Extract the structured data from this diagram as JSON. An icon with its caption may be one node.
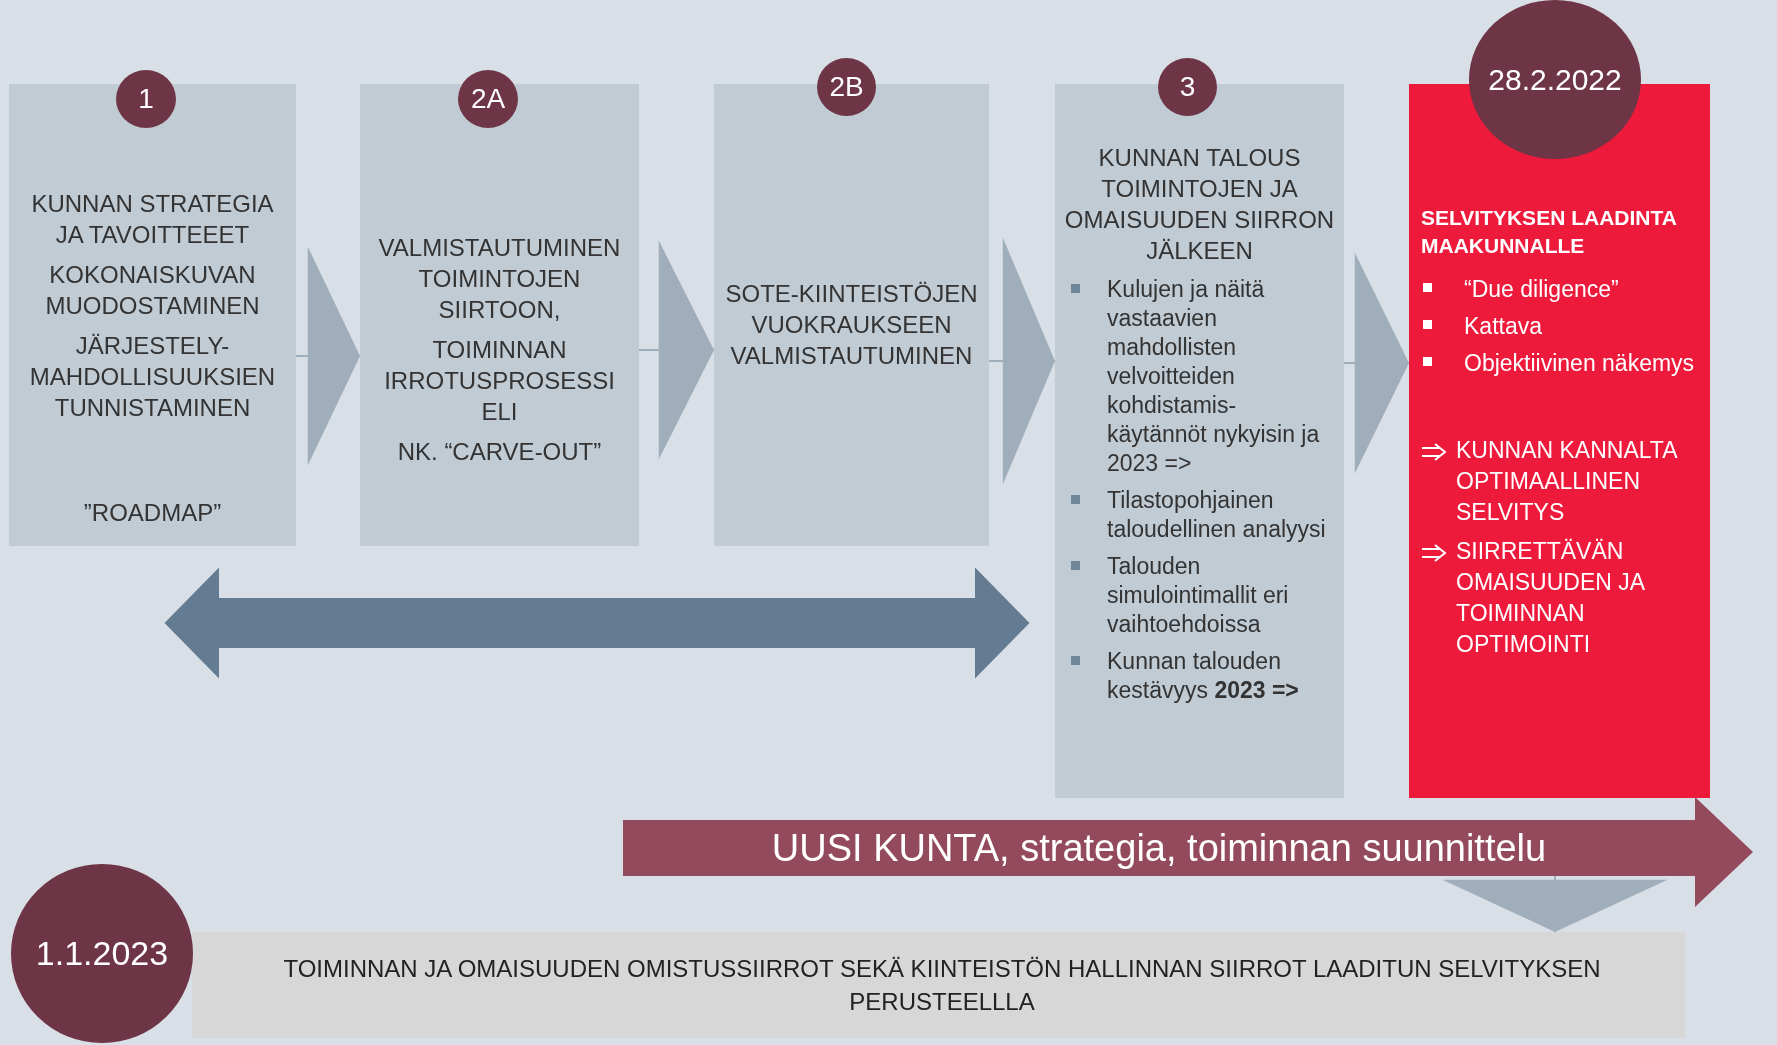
{
  "diagram": {
    "nodes": [
      {
        "text": [
          "1"
        ]
      },
      {
        "text": [
          "KUNNAN STRATEGIA JA TAVOITTEEET",
          "KOKONAISKUVAN MUODOSTAMINEN",
          "JÄRJESTELY- MAHDOLLISUUKSIEN TUNNISTAMINEN",
          "”ROADMAP”"
        ]
      },
      {
        "text": [
          "2A"
        ]
      },
      {
        "text": [
          "VALMISTAUTUMINEN TOIMINTOJEN SIIRTOON,",
          "TOIMINNAN IRROTUSPROSESSI ELI",
          "NK. “CARVE-OUT”"
        ]
      },
      {
        "text": [
          "2B"
        ]
      },
      {
        "text": [
          "SOTE-KIINTEISTÖJEN VUOKRAUKSEEN VALMISTAUTUMINEN"
        ]
      },
      {
        "text": [
          "3"
        ]
      },
      {
        "text": [
          "KUNNAN TALOUS TOIMINTOJEN JA OMAISUUDEN SIIRRON JÄLKEEN",
          "Kulujen ja näitä vastaavien mahdollisten velvoitteiden kohdistamis- käytännöt nykyisin ja 2023 =>",
          "Tilastopohjainen taloudellinen analyysi",
          "Talouden simulointimallit eri vaihtoehdoissa",
          "Kunnan talouden kestävyys **2023 =>**"
        ]
      },
      {
        "text": [
          "28.2.2022"
        ]
      },
      {
        "text": [
          "SELVITYKSEN LAADINTA MAAKUNNALLE",
          "“Due diligence”",
          "Kattava",
          "Objektiivinen näkemys",
          "KUNNAN KANNALTA OPTIMAALLINEN SELVITYS",
          "SIIRRETTÄVÄN OMAISUUDEN  JA TOIMINNAN OPTIMOINTI"
        ]
      },
      {
        "text": [
          "UUSI KUNTA, strategia, toiminnan suunnittelu"
        ]
      },
      {
        "text": [
          "1.1.2023"
        ]
      },
      {
        "text": [
          "TOIMINNAN JA OMAISUUDEN OMISTUSSIIRROT SEKÄ KIINTEISTÖN HALLINNAN SIIRROT LAADITUN SELVITYKSEN PERUSTEELLLA"
        ]
      }
    ],
    "edges": [
      {
        "from": 1,
        "to": 3,
        "arrow": "to"
      },
      {
        "from": 3,
        "to": 5,
        "arrow": "to"
      },
      {
        "from": 5,
        "to": 7,
        "arrow": "to"
      },
      {
        "from": 7,
        "to": 9,
        "arrow": "to"
      },
      {
        "from": 1,
        "to": 7,
        "arrow": "both",
        "style": "thick",
        "color": "#647c91"
      },
      {
        "from": 10,
        "to": 12,
        "arrow": "to"
      }
    ]
  }
}
